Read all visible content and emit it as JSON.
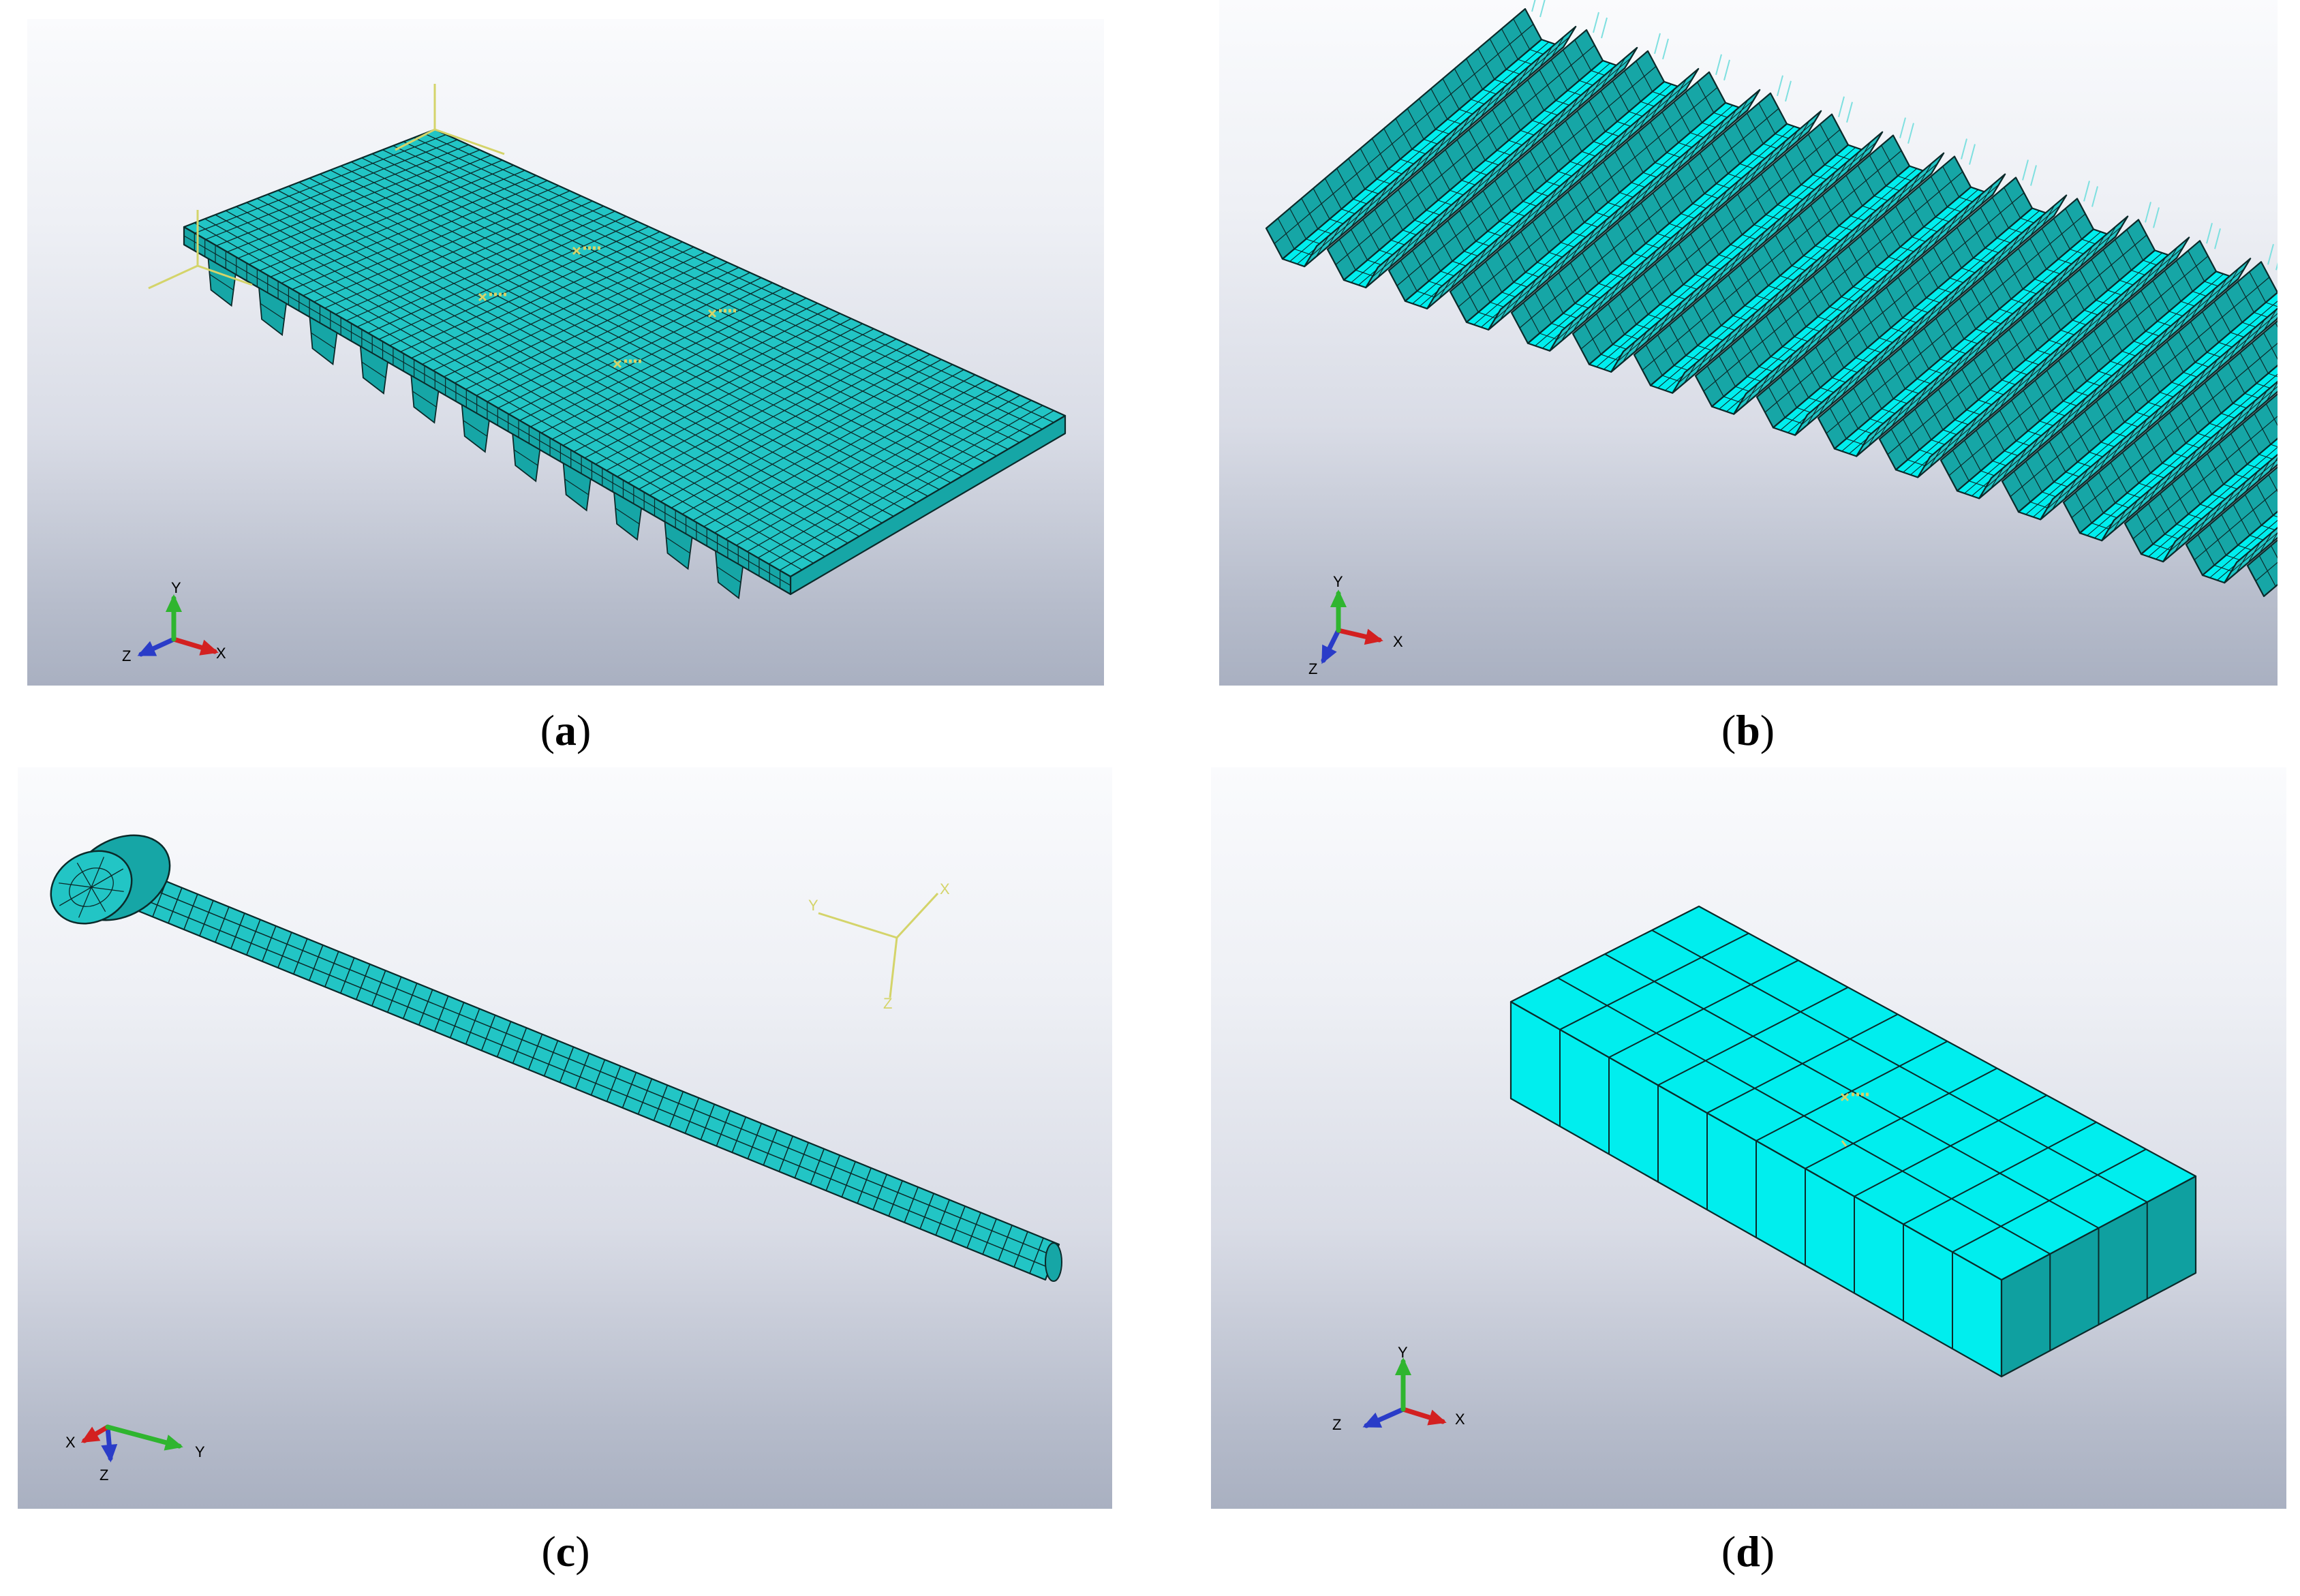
{
  "panels": [
    {
      "id": "a",
      "caption_letter": "a",
      "triad": {
        "x": "X",
        "y": "Y",
        "z": "Z"
      }
    },
    {
      "id": "b",
      "caption_letter": "b",
      "triad": {
        "x": "X",
        "y": "Y",
        "z": "Z"
      }
    },
    {
      "id": "c",
      "caption_letter": "c",
      "triad": {
        "x": "X",
        "y": "Y",
        "z": "Z"
      },
      "csys": {
        "x": "X",
        "y": "Y",
        "z": "Z"
      }
    },
    {
      "id": "d",
      "caption_letter": "d",
      "triad": {
        "x": "X",
        "y": "Y",
        "z": "Z"
      }
    }
  ],
  "colors": {
    "mesh_face": "#22c5c5",
    "mesh_face_light": "#00eeee",
    "mesh_side": "#16a6a6",
    "mesh_line": "#0b2a2a",
    "annotation_yellow": "#d4d46a",
    "axis_x": "#d32020",
    "axis_y": "#2fb52f",
    "axis_z": "#2a3cc8"
  }
}
